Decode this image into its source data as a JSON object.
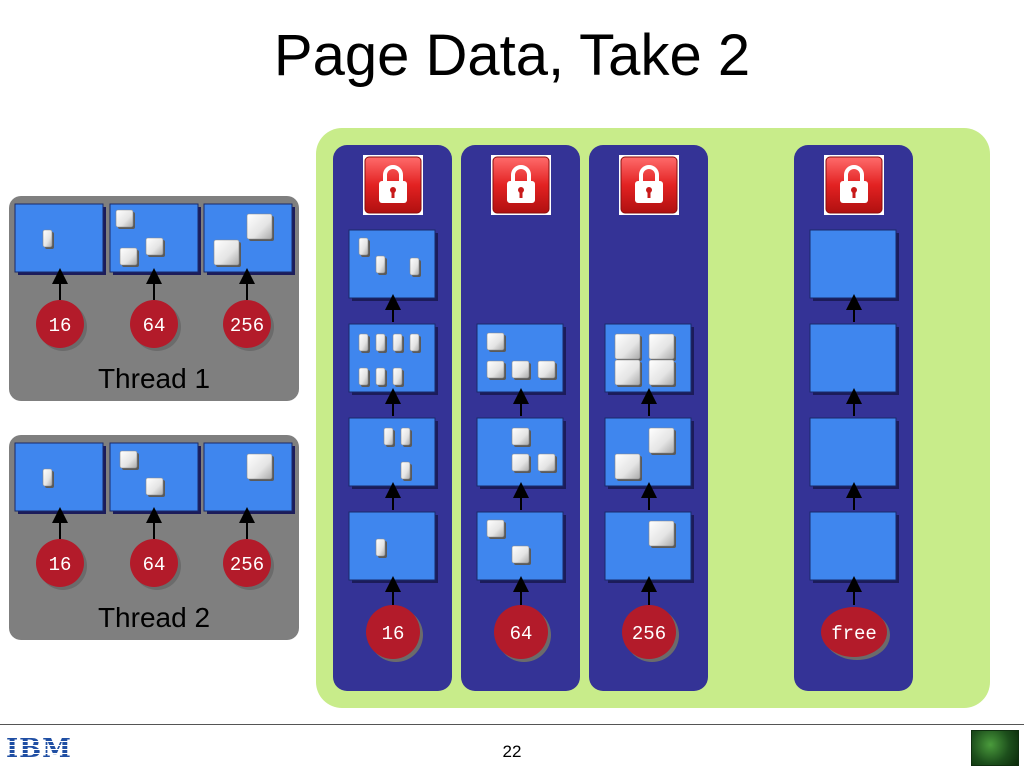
{
  "title": "Page Data, Take 2",
  "threads": [
    {
      "label": "Thread 1",
      "classes": [
        "16",
        "64",
        "256"
      ]
    },
    {
      "label": "Thread 2",
      "classes": [
        "16",
        "64",
        "256"
      ]
    }
  ],
  "global_columns": [
    {
      "label": "16",
      "locked": true
    },
    {
      "label": "64",
      "locked": true
    },
    {
      "label": "256",
      "locked": true
    },
    {
      "label": "free",
      "locked": true
    }
  ],
  "footer": {
    "logo_text": "IBM",
    "page_number": "22"
  },
  "colors": {
    "page_blue": "#3f86ee",
    "column_navy": "#343396",
    "global_area": "#c8ec8a",
    "thread_panel": "#7f7f7f",
    "size_class_red": "#b31b2a",
    "lock_red": "#e02424"
  },
  "icons": [
    "lock-icon",
    "object-block",
    "arrow-up-icon"
  ]
}
